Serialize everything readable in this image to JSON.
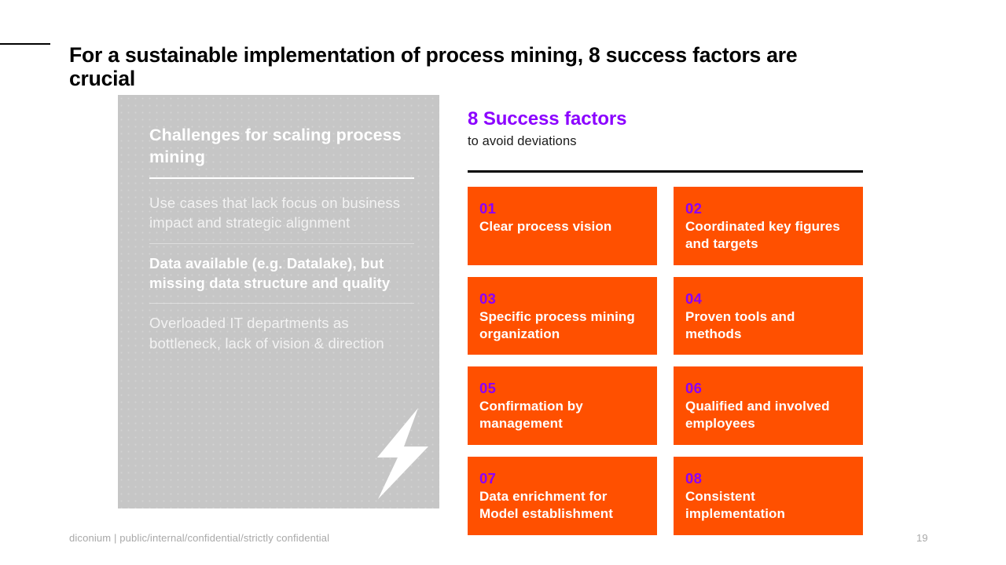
{
  "slide": {
    "title": "For a sustainable implementation of process mining, 8 success factors are crucial"
  },
  "challenges_panel": {
    "heading": "Challenges for scaling process mining",
    "items": [
      {
        "text": "Use cases that lack focus on business impact and strategic alignment",
        "emphasis": false
      },
      {
        "text": "Data available (e.g. Datalake), but missing data structure and quality",
        "emphasis": true
      },
      {
        "text": "Overloaded IT departments as bottleneck, lack of vision & direction",
        "emphasis": false
      }
    ],
    "decoration_icon": "lightning-bolt-icon"
  },
  "success_factors": {
    "title": "8 Success factors",
    "subtitle": "to avoid deviations",
    "cards": [
      {
        "number": "01",
        "label": "Clear process vision"
      },
      {
        "number": "02",
        "label": "Coordinated key figures and targets"
      },
      {
        "number": "03",
        "label": "Specific process mining organization"
      },
      {
        "number": "04",
        "label": "Proven tools and methods"
      },
      {
        "number": "05",
        "label": "Confirmation by management"
      },
      {
        "number": "06",
        "label": "Qualified and involved employees"
      },
      {
        "number": "07",
        "label": "Data enrichment for Model establishment"
      },
      {
        "number": "08",
        "label": "Consistent implementation"
      }
    ]
  },
  "footer": {
    "left": "diconium | public/internal/confidential/strictly  confidential",
    "page_number": "19"
  },
  "colors": {
    "accent_purple": "#8B00FF",
    "accent_orange": "#FF5000",
    "panel_gray": "#c6c6c6",
    "rule_black": "#000000",
    "footer_gray": "#a8a8a8"
  }
}
